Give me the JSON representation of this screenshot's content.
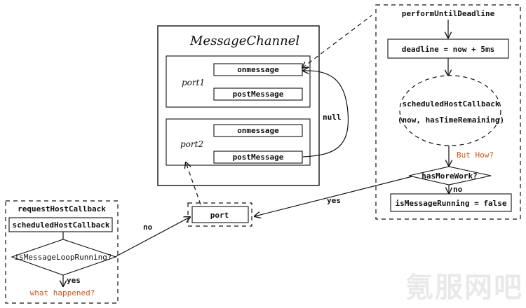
{
  "message_channel": {
    "title": "MessageChannel",
    "port1": {
      "label": "port1",
      "onmessage": "onmessage",
      "postmessage": "postMessage"
    },
    "port2": {
      "label": "port2",
      "onmessage": "onmessage",
      "postmessage": "postMessage"
    },
    "null_label": "null"
  },
  "deadline_panel": {
    "title": "performUntilDeadline",
    "deadline": "deadline = now + 5ms",
    "callback_line1": "scheduledHostCallback",
    "callback_line2": "(now, hasTimeRemaining)",
    "but_how": "But How?",
    "has_more_work": "hasMoreWork?",
    "no_label": "no",
    "is_message_running": "isMessageRunning = false"
  },
  "port_box": {
    "label": "port"
  },
  "yes_label": "yes",
  "request_panel": {
    "title": "requestHostCallback",
    "scheduled": "scheduledHostCallback",
    "is_loop_running": "isMessageLoopRunning?",
    "no_label": "no",
    "yes_label": "yes",
    "what_happened": "what happened?"
  },
  "watermark": "氪服网吧"
}
